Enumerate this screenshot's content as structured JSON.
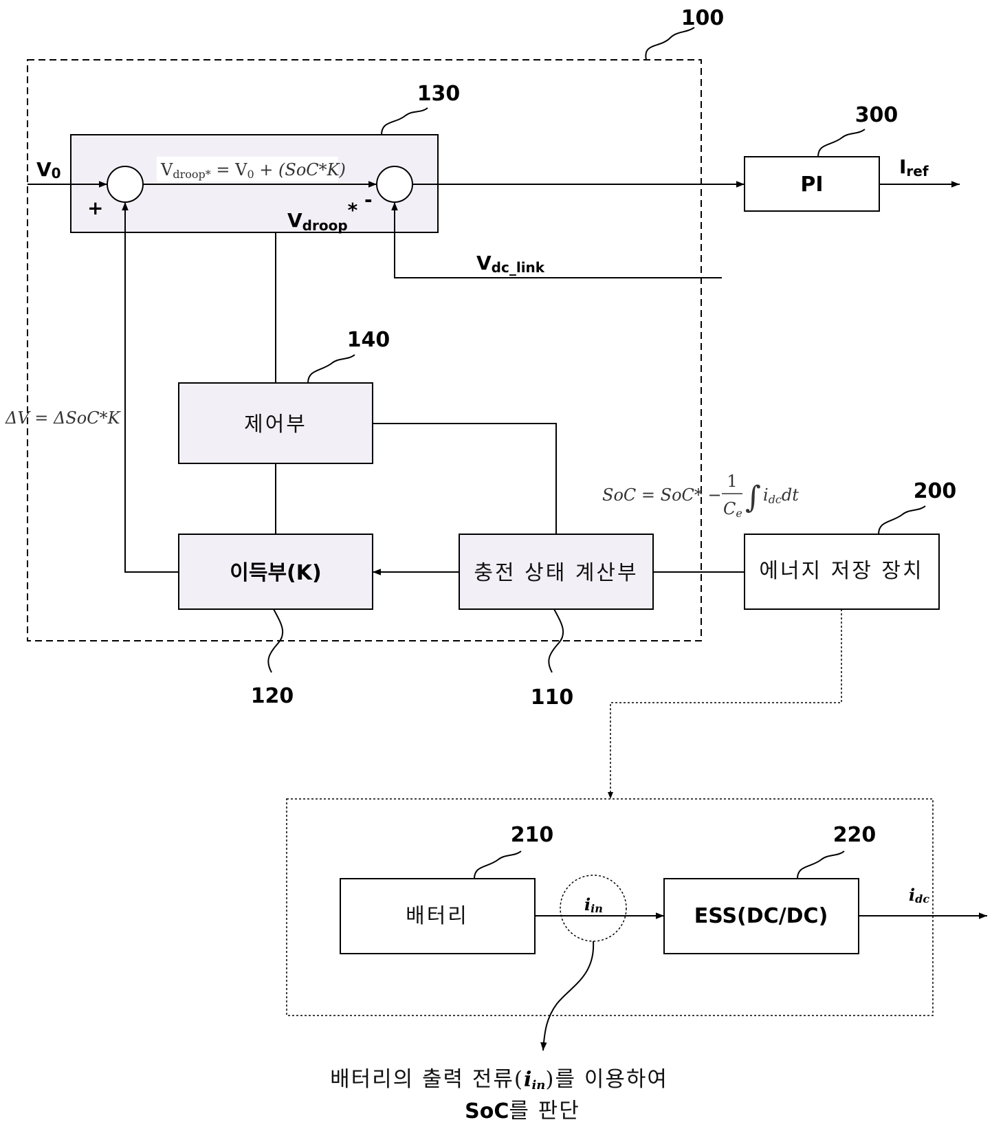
{
  "ref_numbers": {
    "r100": "100",
    "r130": "130",
    "r300": "300",
    "r140": "140",
    "r200": "200",
    "r120": "120",
    "r110": "110",
    "r210": "210",
    "r220": "220"
  },
  "blocks": {
    "pi": "PI",
    "controller": "제어부",
    "gain": "이득부(K)",
    "soc_calc": "충전 상태 계산부",
    "energy_storage": "에너지 저장 장치",
    "battery": "배터리",
    "ess": "ESS(DC/DC)"
  },
  "signals": {
    "v0_main": "V",
    "v0_sub": "0",
    "iref_main": "I",
    "iref_sub": "ref",
    "vdroop_main": "V",
    "vdroop_sub": "droop",
    "vdroop_star": "*",
    "vdc_main": "V",
    "vdc_sub": "dc_link",
    "plus": "+",
    "minus": "-",
    "iin_main": "i",
    "iin_sub": "in",
    "idc_main": "i",
    "idc_sub": "dc"
  },
  "equations": {
    "droop": "V_droop* = V0 + (SoC*K)",
    "droop_lhs": "V",
    "droop_lhs_sub": "droop*",
    "droop_rhs_a": " = V",
    "droop_rhs_sub": "0",
    "droop_rhs_b": " + (SoC*K)",
    "delta_v": "ΔV = ΔSoC*K",
    "soc_lhs": "SoC = SoC* −",
    "soc_num": "1",
    "soc_den_main": "C",
    "soc_den_sub": "e",
    "soc_integral": "∫",
    "soc_tail_main": "i",
    "soc_tail_sub": "dc",
    "soc_tail_end": "dt"
  },
  "note": {
    "line1_a": "배터리의 출력 전류(",
    "line1_i": "i",
    "line1_sub": "in",
    "line1_b": ")를 이용하여",
    "line2_a": "SoC",
    "line2_b": "를 판단"
  }
}
